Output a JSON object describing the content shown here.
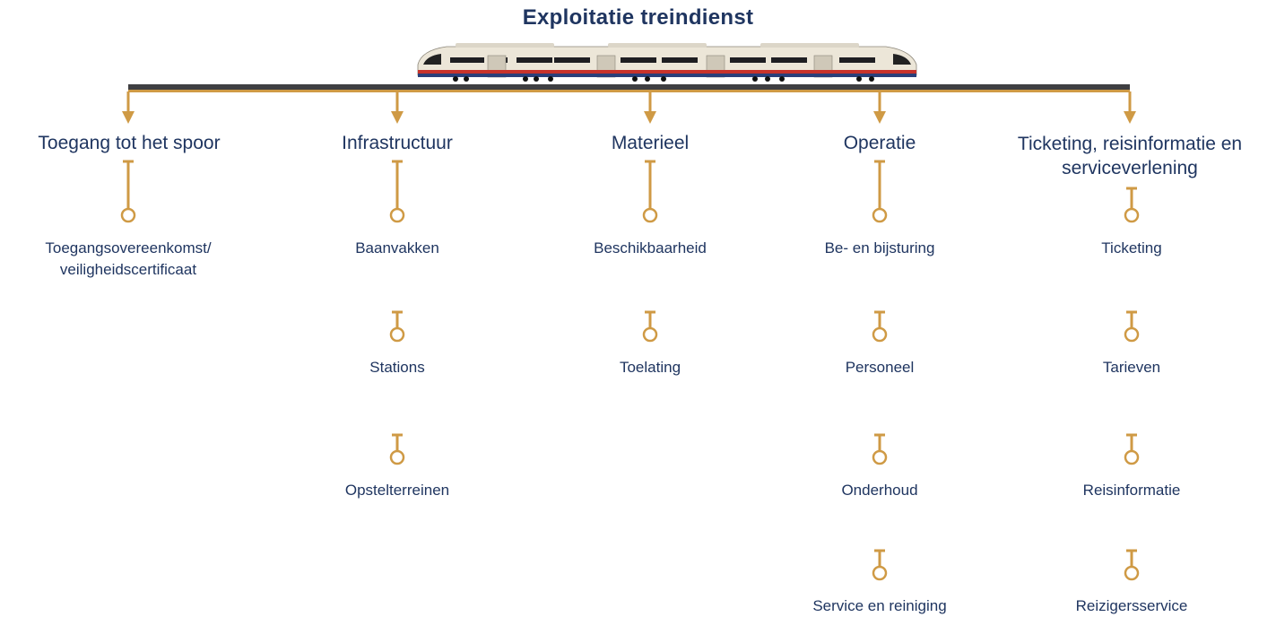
{
  "title": "Exploitatie treindienst",
  "colors": {
    "navy": "#1f3560",
    "gold": "#cf9a45",
    "track": "#3f3f42"
  },
  "columns": [
    {
      "category": "Toegang tot het spoor",
      "items": [
        "Toegangsovereenkomst/ veiligheidscertificaat"
      ]
    },
    {
      "category": "Infrastructuur",
      "items": [
        "Baanvakken",
        "Stations",
        "Opstelterreinen"
      ]
    },
    {
      "category": "Materieel",
      "items": [
        "Beschikbaarheid",
        "Toelating"
      ]
    },
    {
      "category": "Operatie",
      "items": [
        "Be- en bijsturing",
        "Personeel",
        "Onderhoud",
        "Service en reiniging"
      ]
    },
    {
      "category": "Ticketing, reisinformatie en serviceverlening",
      "items": [
        "Ticketing",
        "Tarieven",
        "Reisinformatie",
        "Reizigersservice"
      ]
    }
  ]
}
